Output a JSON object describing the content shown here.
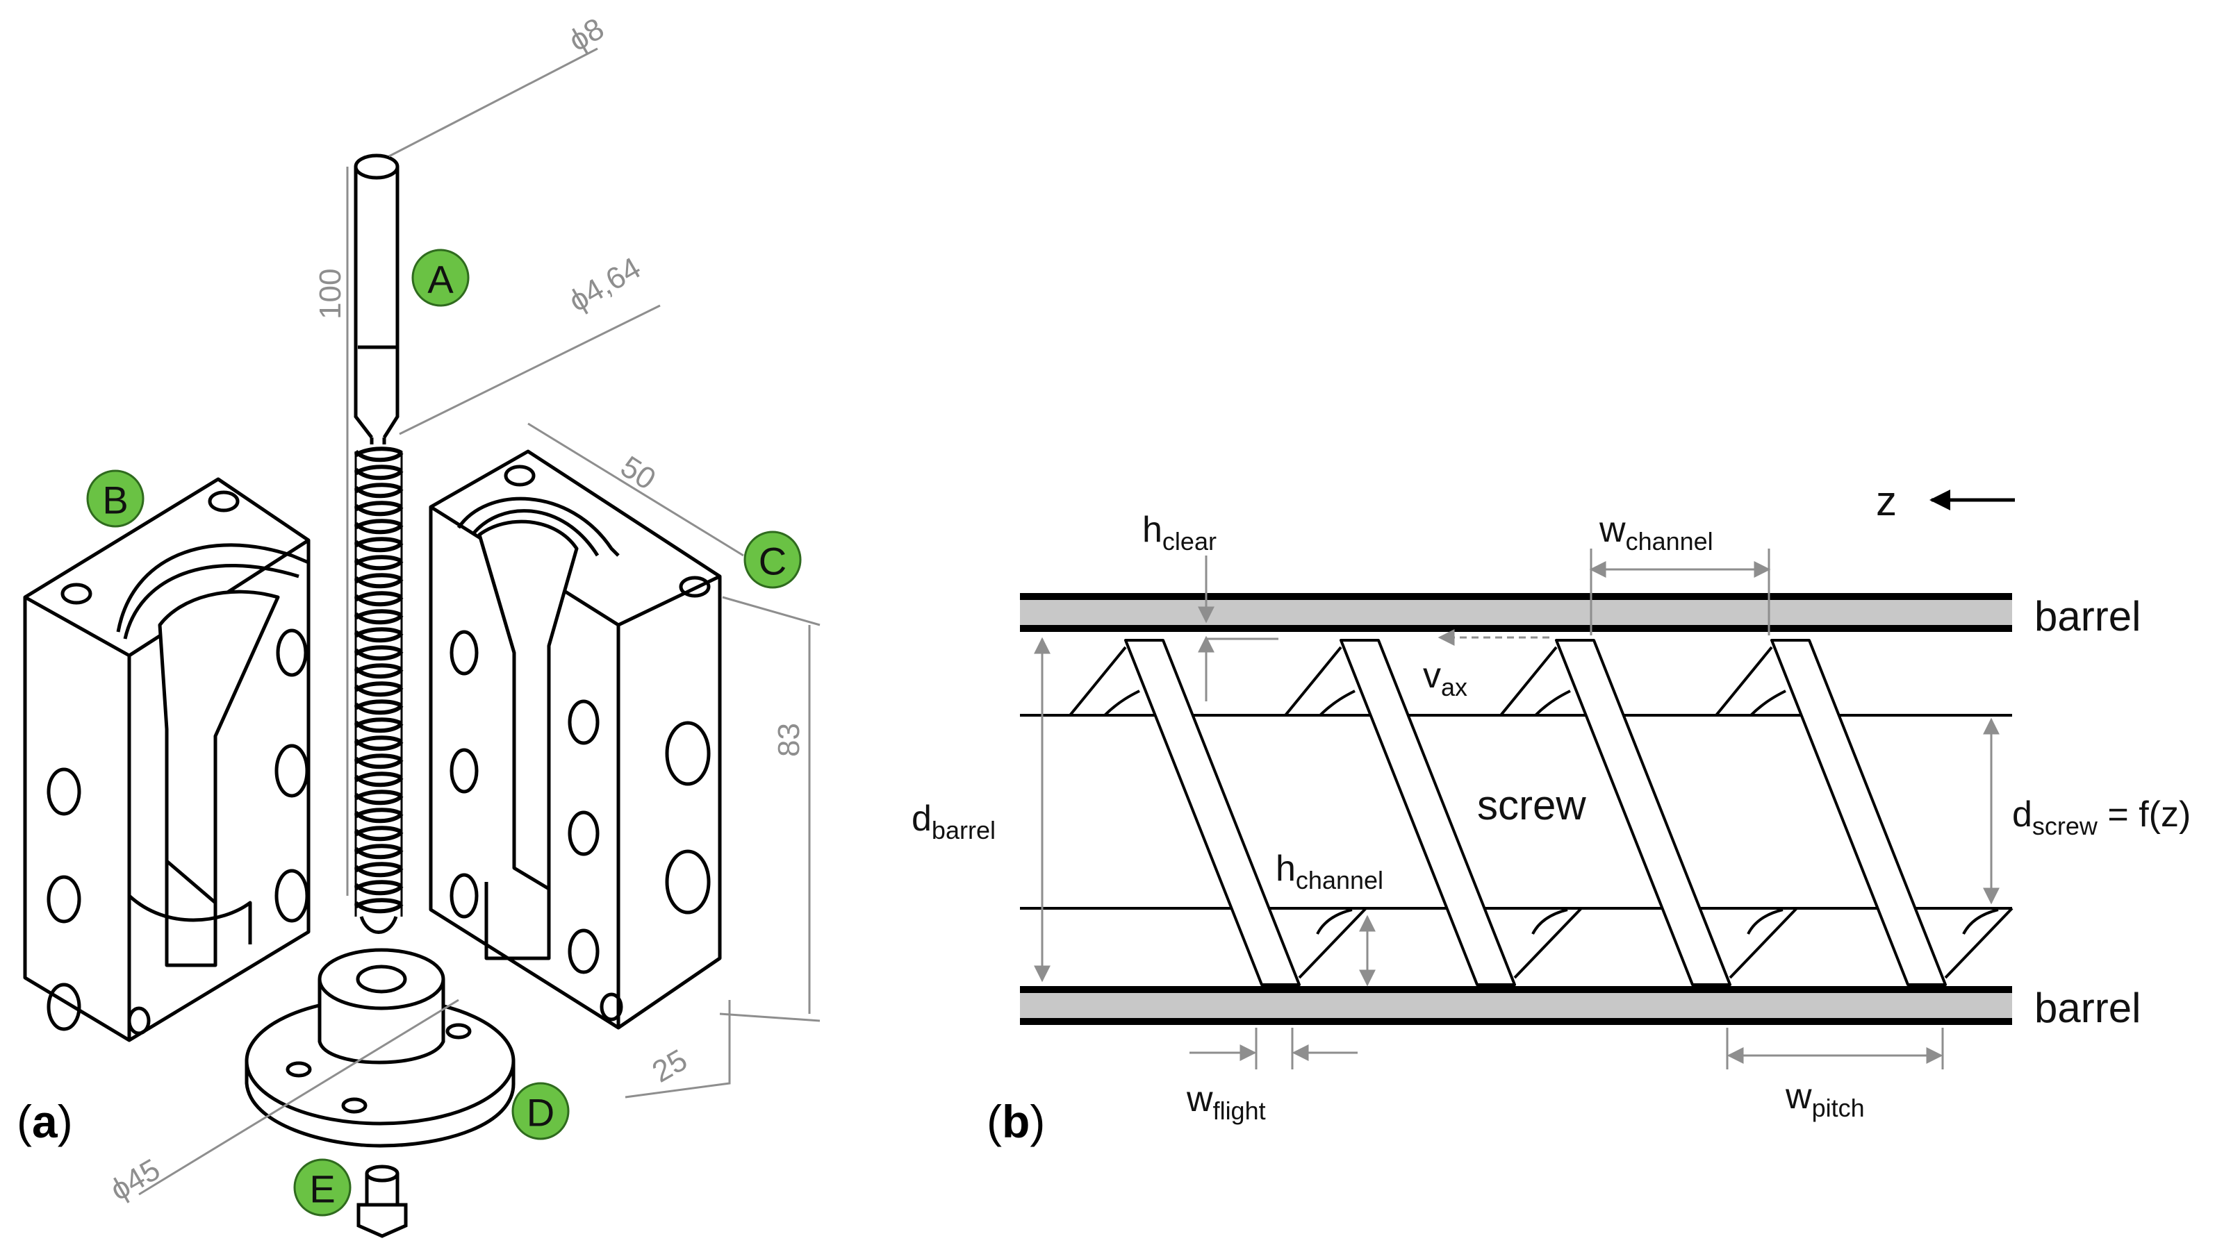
{
  "panel_a": {
    "label_open": "(",
    "label_letter": "a",
    "label_close": ")",
    "badges": {
      "a": "A",
      "b": "B",
      "c": "C",
      "d": "D",
      "e": "E"
    },
    "dimensions": {
      "d8": "ϕ8",
      "d464": "ϕ4,64",
      "len100": "100",
      "len50": "50",
      "len83": "83",
      "len25": "25",
      "d45": "ϕ45"
    },
    "colors": {
      "badge": "#6ac244",
      "line": "#000000",
      "dimension": "#8e8e8e"
    }
  },
  "panel_b": {
    "label_open": "(",
    "label_letter": "b",
    "label_close": ")",
    "barrel_top": "barrel",
    "barrel_bottom": "barrel",
    "screw": "screw",
    "z_axis": "z",
    "h_clear": {
      "main": "h",
      "sub": "clear"
    },
    "w_channel": {
      "main": "w",
      "sub": "channel"
    },
    "v_ax": {
      "main": "v",
      "sub": "ax"
    },
    "d_barrel": {
      "main": "d",
      "sub": "barrel"
    },
    "h_channel": {
      "main": "h",
      "sub": "channel"
    },
    "d_screw": {
      "main": "d",
      "sub": "screw",
      "suffix": " = f(z)"
    },
    "w_flight": {
      "main": "w",
      "sub": "flight"
    },
    "w_pitch": {
      "main": "w",
      "sub": "pitch"
    },
    "colors": {
      "barrel_fill": "#c8c8c8",
      "line": "#000000",
      "dimension": "#8e8e8e"
    }
  }
}
